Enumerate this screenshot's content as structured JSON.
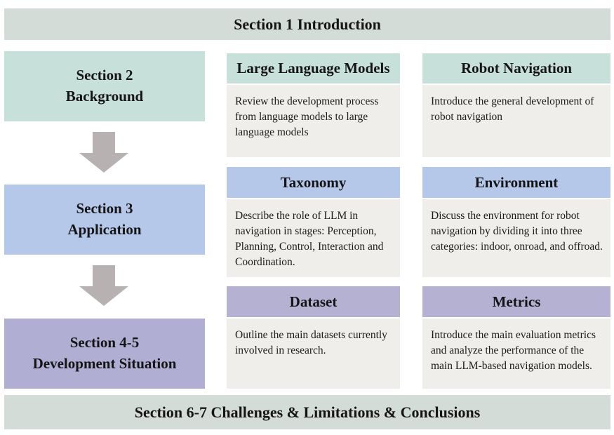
{
  "page": {
    "top_banner": "Section 1 Introduction",
    "bottom_banner": "Section 6-7 Challenges & Limitations & Conclusions"
  },
  "colors": {
    "banner_bg": "#d4dcd7",
    "teal": "#c8e0da",
    "blue": "#b5c8ea",
    "purple_box": "#b1aed3",
    "purple_header": "#b5b1d3",
    "card_body_bg": "#efeeeb",
    "arrow_gray": "#b7b1b1"
  },
  "flow_boxes": [
    {
      "line1": "Section 2",
      "line2": "Background"
    },
    {
      "line1": "Section 3",
      "line2": "Application"
    },
    {
      "line1": "Section 4-5",
      "line2": "Development Situation"
    }
  ],
  "card_rows": [
    {
      "cards": [
        {
          "title": "Large Language Models",
          "body": "Review the development process from language models to large language models"
        },
        {
          "title": "Robot Navigation",
          "body": "Introduce the general development of robot navigation"
        }
      ]
    },
    {
      "cards": [
        {
          "title": "Taxonomy",
          "body": "Describe the role of LLM in navigation in stages: Perception, Planning, Control, Interaction and Coordination."
        },
        {
          "title": "Environment",
          "body": "Discuss the environment for robot navigation by dividing it into three categories: indoor, onroad, and offroad."
        }
      ]
    },
    {
      "cards": [
        {
          "title": "Dataset",
          "body": "Outline the main datasets currently involved in research."
        },
        {
          "title": "Metrics",
          "body": "Introduce the main evaluation metrics and analyze the performance of the main LLM-based navigation models."
        }
      ]
    }
  ]
}
